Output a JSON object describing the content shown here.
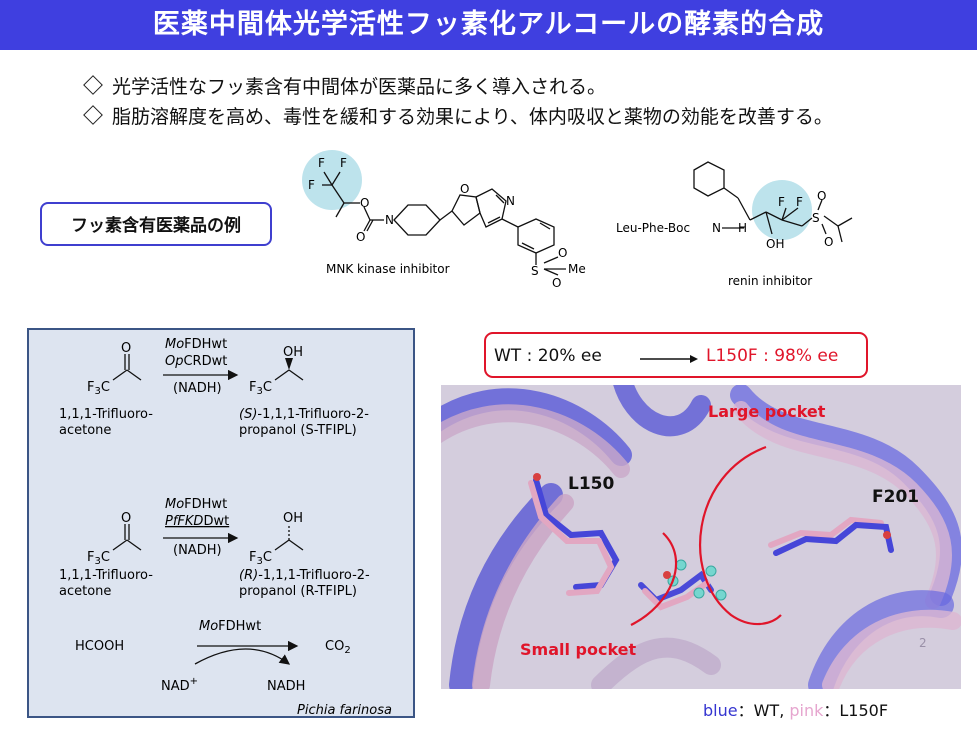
{
  "title": "医薬中間体光学活性フッ素化アルコールの酵素的合成",
  "bullets": [
    "光学活性なフッ素含有中間体が医薬品に多く導入される。",
    "脂肪溶解度を高め、毒性を緩和する効果により、体内吸収と薬物の効能を改善する。"
  ],
  "examples": {
    "label": "フッ素含有医薬品の例",
    "mnk_caption": "MNK kinase inhibitor",
    "renin_caption": "renin inhibitor",
    "renin_prefix": "Leu-Phe-Boc",
    "atoms": {
      "F": "F",
      "O": "O",
      "N": "N",
      "S": "S",
      "Me": "Me",
      "OH": "OH",
      "NH": "H",
      "NH_N": "N"
    }
  },
  "scheme": {
    "rxn1": {
      "enzyme1_em": "Mo",
      "enzyme1_rest": "FDHwt",
      "enzyme2_em": "Op",
      "enzyme2_rest": "CRDwt",
      "cofactor": "(NADH)",
      "substrate_line1": "1,1,1-Trifluoro-",
      "substrate_line2": "acetone",
      "product_line1_em": "(S)",
      "product_line1_rest": "-1,1,1-Trifluoro-2-",
      "product_line2": "propanol (S-TFIPL)"
    },
    "rxn2": {
      "enzyme1_em": "Mo",
      "enzyme1_rest": "FDHwt",
      "enzyme2_em": "PfFKD",
      "enzyme2_rest": "Dwt",
      "cofactor": "(NADH)",
      "substrate_line1": "1,1,1-Trifluoro-",
      "substrate_line2": "acetone",
      "product_line1_em": "(R)",
      "product_line1_rest": "-1,1,1-Trifluoro-2-",
      "product_line2": "propanol (R-TFIPL)"
    },
    "labels": {
      "O": "O",
      "OH": "OH",
      "F3C": "F",
      "sub3": "3",
      "C": "C"
    },
    "cofactor_rxn": {
      "reactant": "HCOOH",
      "enzyme_em": "Mo",
      "enzyme_rest": "FDHwt",
      "product_main": "CO",
      "product_sub": "2",
      "nad_main": "NAD",
      "nad_sup": "+",
      "nadh": "NADH"
    },
    "organism": "Pichia farinosa"
  },
  "ee": {
    "wt": "WT : 20% ee",
    "mutant": "L150F : 98% ee",
    "mutant_color": "#e0152a"
  },
  "structure": {
    "large_pocket": "Large pocket",
    "small_pocket": "Small pocket",
    "residue1": "L150",
    "residue2": "F201",
    "page_number": "2",
    "blue_color": "#4a4ae0",
    "pink_color": "#e6a6cf"
  },
  "legend": {
    "blue": "blue",
    "sep1": "：WT, ",
    "pink": "pink",
    "sep2": "：L150F"
  }
}
